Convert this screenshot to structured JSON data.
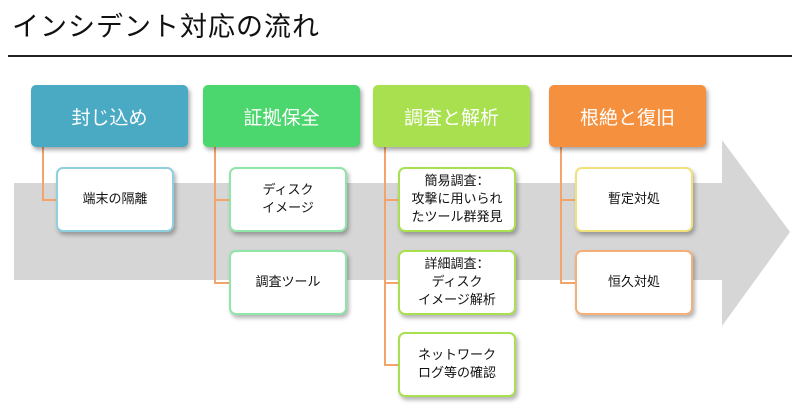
{
  "title": "インシデント対応の流れ",
  "colors": {
    "phase1": "#4aa9c3",
    "phase2": "#4cd66e",
    "phase3": "#a8e04f",
    "phase4": "#f5913e",
    "arrow": "#d6d6d6",
    "connector": "#f2a46a"
  },
  "phases": [
    {
      "label": "封じ込め",
      "items": [
        "端末の隔離"
      ]
    },
    {
      "label": "証拠保全",
      "items": [
        "ディスク\nイメージ",
        "調査ツール"
      ]
    },
    {
      "label": "調査と解析",
      "items": [
        "簡易調査：\n攻撃に用いられ\nたツール群発見",
        "詳細調査：\nディスク\nイメージ解析",
        "ネットワーク\nログ等の確認"
      ]
    },
    {
      "label": "根絶と復旧",
      "items": [
        "暫定対処",
        "恒久対処"
      ]
    }
  ]
}
